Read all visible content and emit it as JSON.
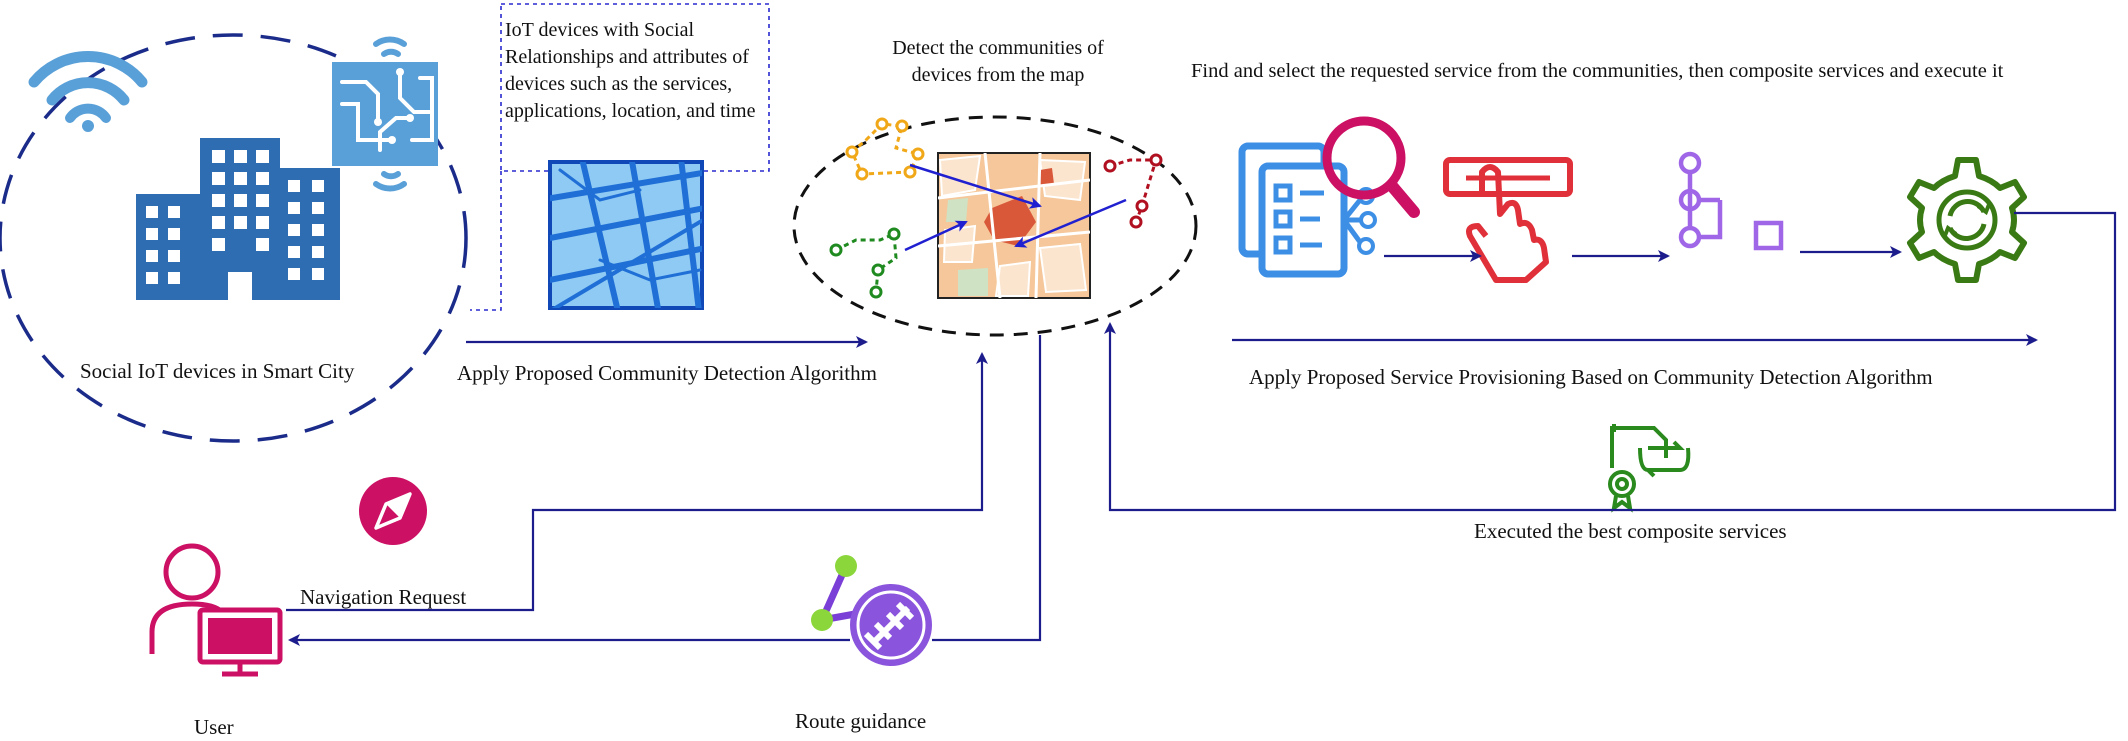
{
  "labels": {
    "smart_city": "Social IoT devices in Smart City",
    "iot_box": "IoT devices with Social Relationships and attributes of devices such as the services, applications, location, and time",
    "detect": "Detect the communities of devices from the map",
    "apply_cd": "Apply Proposed Community Detection Algorithm",
    "find_select": "Find and select the requested service from the communities, then composite services and execute it",
    "apply_sp": "Apply Proposed Service Provisioning Based on Community Detection Algorithm",
    "executed": "Executed the best composite services",
    "navigation": "Navigation Request",
    "user": "User",
    "route": "Route guidance"
  },
  "icons": [
    "wifi-icon",
    "iot-chip-icon",
    "building-icon",
    "street-map-icon",
    "community-map-icon",
    "service-search-icon",
    "select-hand-icon",
    "composition-icon",
    "execute-gear-icon",
    "certificate-icon",
    "compass-icon",
    "user-icon",
    "route-icon"
  ],
  "colors": {
    "arrow": "#1c1c8c",
    "building": "#2f6db3",
    "iot_blue": "#5aa0d8",
    "map_blue": "#1f6fd6",
    "magenta": "#cc1064",
    "red": "#e0303a",
    "purple": "#a066e8",
    "green": "#3a7a14",
    "route_purple": "#7a3fd6",
    "route_green": "#8bd63a"
  }
}
